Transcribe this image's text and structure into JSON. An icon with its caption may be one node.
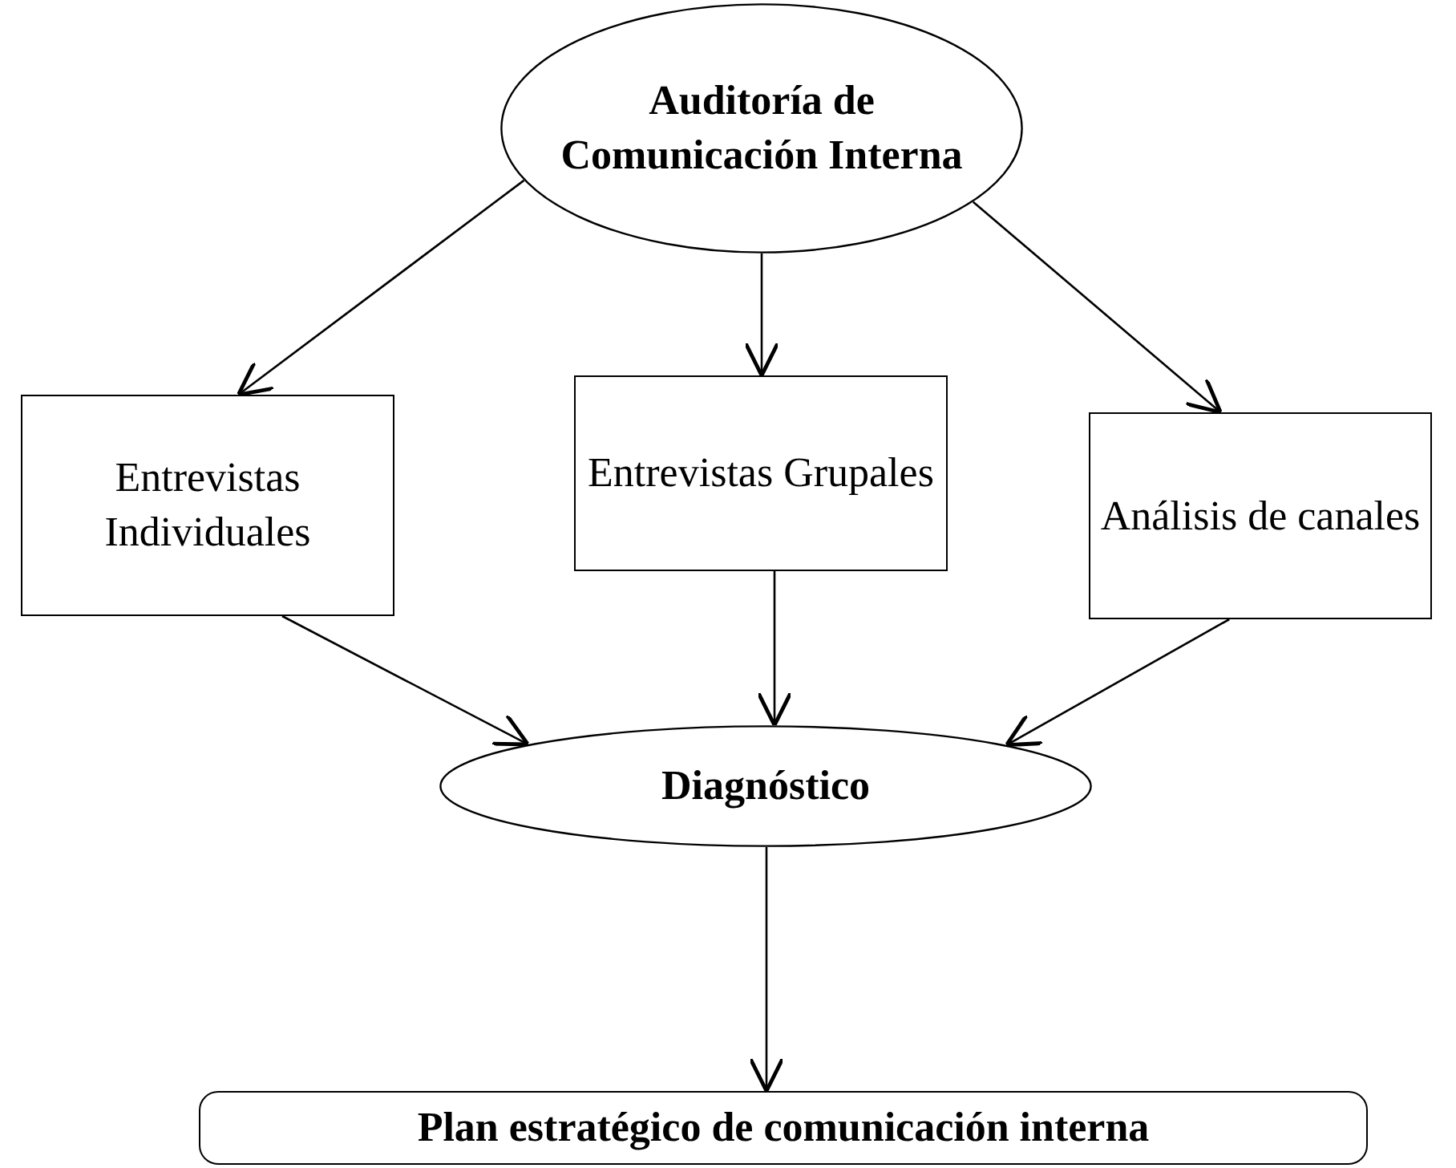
{
  "diagram": {
    "nodes": [
      {
        "text": [
          "Auditoría de Comunicación Interna"
        ]
      },
      {
        "text": [
          "Entrevistas Individuales"
        ]
      },
      {
        "text": [
          "Entrevistas Grupales"
        ]
      },
      {
        "text": [
          "Análisis de canales"
        ]
      },
      {
        "text": [
          "Diagnóstico"
        ]
      },
      {
        "text": [
          "Plan estratégico de comunicación interna"
        ]
      }
    ],
    "edges": [
      {
        "from": 0,
        "to": 1,
        "arrow": "to"
      },
      {
        "from": 0,
        "to": 2,
        "arrow": "to"
      },
      {
        "from": 0,
        "to": 3,
        "arrow": "to"
      },
      {
        "from": 1,
        "to": 4,
        "arrow": "to"
      },
      {
        "from": 2,
        "to": 4,
        "arrow": "to"
      },
      {
        "from": 3,
        "to": 4,
        "arrow": "to"
      },
      {
        "from": 4,
        "to": 5,
        "arrow": "to"
      }
    ]
  }
}
